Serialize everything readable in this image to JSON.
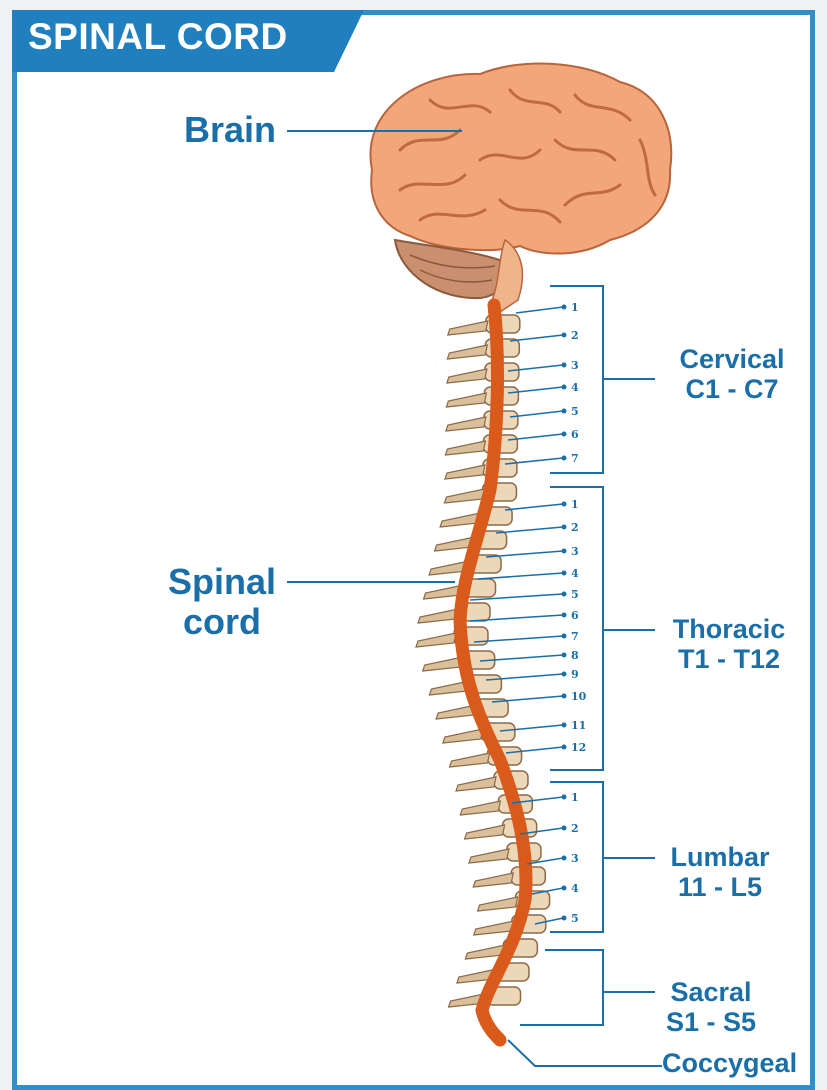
{
  "title": "SPINAL CORD",
  "labels": {
    "brain": "Brain",
    "spinal_cord_line1": "Spinal",
    "spinal_cord_line2": "cord"
  },
  "regions": [
    {
      "name": "Cervical",
      "range": "C1 - C7",
      "count": 7
    },
    {
      "name": "Thoracic",
      "range": "T1 - T12",
      "count": 12
    },
    {
      "name": "Lumbar",
      "range": "11 - L5",
      "count": 5
    },
    {
      "name": "Sacral",
      "range": "S1 - S5"
    },
    {
      "name": "Coccygeal"
    }
  ],
  "colors": {
    "accent": "#2f8fc8",
    "label": "#1a6fa8",
    "cord": "#d95a1a",
    "brain": "#f3a679",
    "bone": "#ecd7b8"
  }
}
